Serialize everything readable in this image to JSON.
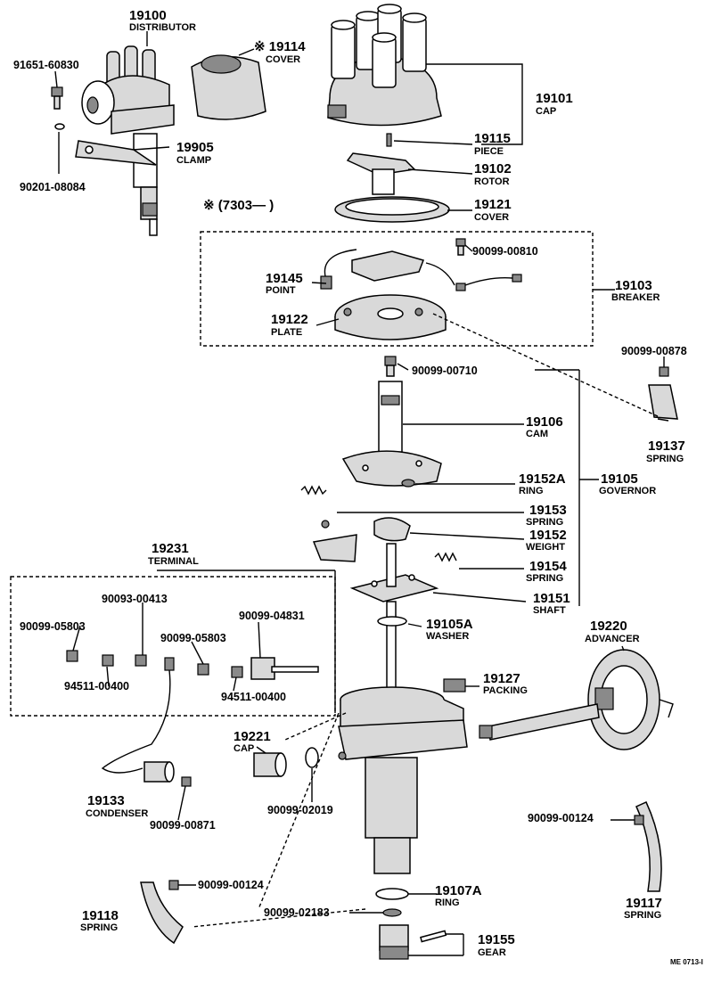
{
  "callouts": [
    {
      "id": "c19100",
      "number": "19100",
      "name": "DISTRIBUTOR"
    },
    {
      "id": "c19114",
      "number": "※ 19114",
      "name": "COVER"
    },
    {
      "id": "c19101",
      "number": "19101",
      "name": "CAP"
    },
    {
      "id": "c19115",
      "number": "19115",
      "name": "PIECE"
    },
    {
      "id": "c19102",
      "number": "19102",
      "name": "ROTOR"
    },
    {
      "id": "c19121",
      "number": "19121",
      "name": "COVER"
    },
    {
      "id": "c19905",
      "number": "19905",
      "name": "CLAMP"
    },
    {
      "id": "c19145",
      "number": "19145",
      "name": "POINT"
    },
    {
      "id": "c19122",
      "number": "19122",
      "name": "PLATE"
    },
    {
      "id": "c19103",
      "number": "19103",
      "name": "BREAKER"
    },
    {
      "id": "c19106",
      "number": "19106",
      "name": "CAM"
    },
    {
      "id": "c19137",
      "number": "19137",
      "name": "SPRING"
    },
    {
      "id": "c19152a",
      "number": "19152A",
      "name": "RING"
    },
    {
      "id": "c19105",
      "number": "19105",
      "name": "GOVERNOR"
    },
    {
      "id": "c19153",
      "number": "19153",
      "name": "SPRING"
    },
    {
      "id": "c19152",
      "number": "19152",
      "name": "WEIGHT"
    },
    {
      "id": "c19154",
      "number": "19154",
      "name": "SPRING"
    },
    {
      "id": "c19151",
      "number": "19151",
      "name": "SHAFT"
    },
    {
      "id": "c19231",
      "number": "19231",
      "name": "TERMINAL"
    },
    {
      "id": "c19105a",
      "number": "19105A",
      "name": "WASHER"
    },
    {
      "id": "c19220",
      "number": "19220",
      "name": "ADVANCER"
    },
    {
      "id": "c19127",
      "number": "19127",
      "name": "PACKING"
    },
    {
      "id": "c19221",
      "number": "19221",
      "name": "CAP"
    },
    {
      "id": "c19133",
      "number": "19133",
      "name": "CONDENSER"
    },
    {
      "id": "c19117",
      "number": "19117",
      "name": "SPRING"
    },
    {
      "id": "c19107a",
      "number": "19107A",
      "name": "RING"
    },
    {
      "id": "c19118",
      "number": "19118",
      "name": "SPRING"
    },
    {
      "id": "c19155",
      "number": "19155",
      "name": "GEAR"
    }
  ],
  "part_numbers": [
    {
      "id": "p1",
      "text": "91651-60830"
    },
    {
      "id": "p2",
      "text": "90201-08084"
    },
    {
      "id": "p3",
      "text": "90099-00810"
    },
    {
      "id": "p4",
      "text": "90099-00878"
    },
    {
      "id": "p5",
      "text": "90099-00710"
    },
    {
      "id": "p6",
      "text": "90093-00413"
    },
    {
      "id": "p7",
      "text": "90099-05803"
    },
    {
      "id": "p8",
      "text": "90099-05803"
    },
    {
      "id": "p9",
      "text": "90099-04831"
    },
    {
      "id": "p10",
      "text": "94511-00400"
    },
    {
      "id": "p11",
      "text": "94511-00400"
    },
    {
      "id": "p12",
      "text": "90099-02019"
    },
    {
      "id": "p13",
      "text": "90099-00871"
    },
    {
      "id": "p14",
      "text": "90099-00124"
    },
    {
      "id": "p15",
      "text": "90099-00124"
    },
    {
      "id": "p16",
      "text": "90099-02183"
    }
  ],
  "serial_note": "※ (7303—      )",
  "figure_code": "ME 0713-I"
}
